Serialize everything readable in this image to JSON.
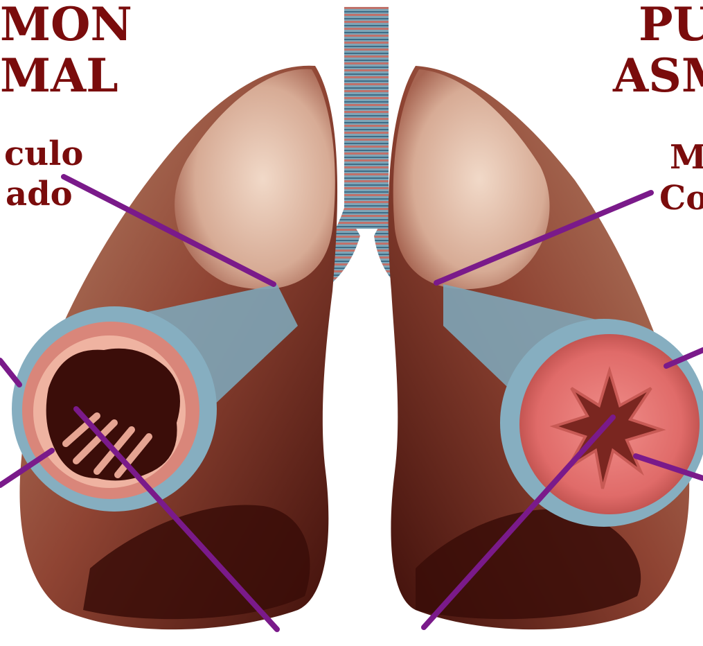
{
  "labels": {
    "left_title_line1": "MON",
    "left_title_line2": "MAL",
    "left_muscle_line1": "culo",
    "left_muscle_line2": "ado",
    "right_title_line1": "PU",
    "right_title_line2": "ASM",
    "right_muscle_line1": "M",
    "right_muscle_line2": "Co"
  },
  "colors": {
    "label_text": "#7a0c0c",
    "pointer_line": "#7a1a8a",
    "lung_base": "#8a3a2a",
    "lung_dark": "#4a120c",
    "bronchus_ring": "#6f98ad",
    "airway_pink": "#e48a86"
  }
}
